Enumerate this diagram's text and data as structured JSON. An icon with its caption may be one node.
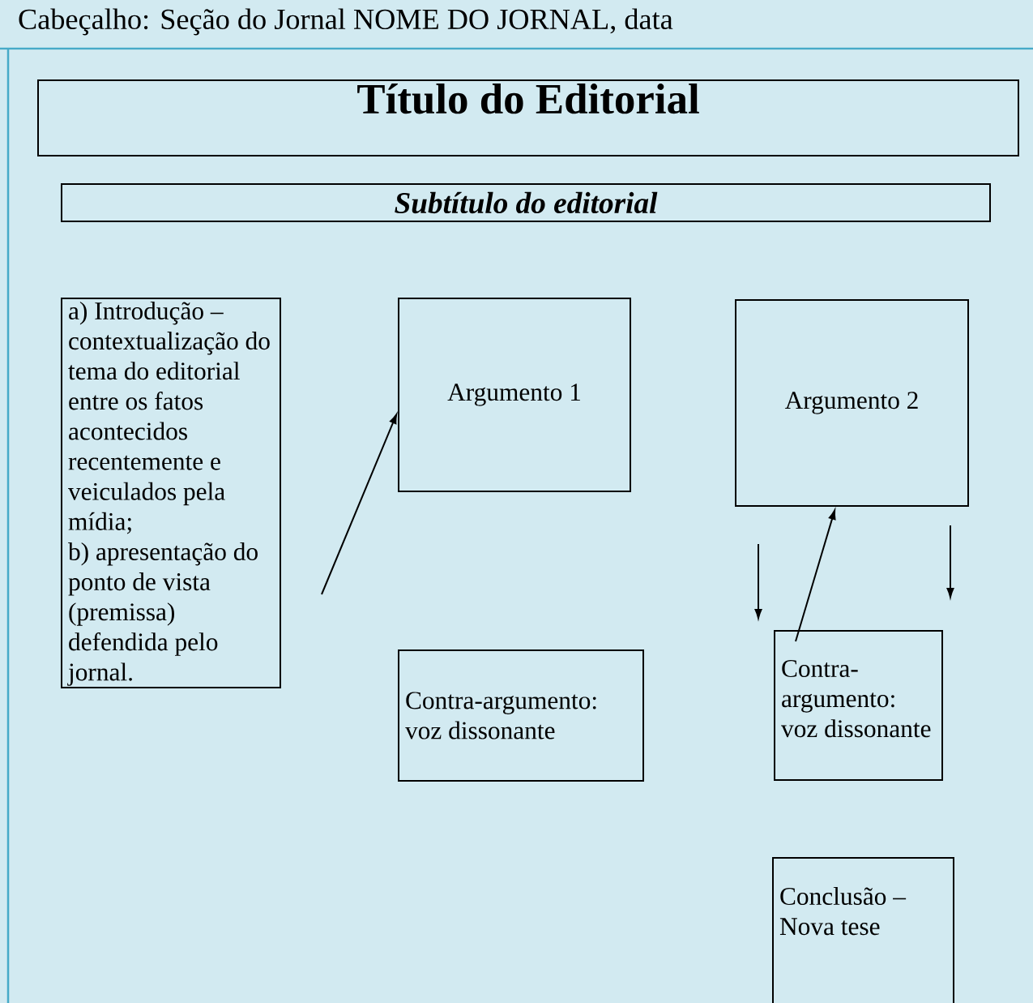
{
  "diagram": {
    "nodes": [
      {
        "text": [
          "Cabeçalho: Seção do Jornal NOME DO JORNAL, data"
        ]
      },
      {
        "text": [
          "Título do Editorial"
        ]
      },
      {
        "text": [
          "Subtítulo do editorial"
        ]
      },
      {
        "text": [
          "a) Introdução – contextualização do tema do editorial entre os fatos acontecidos recentemente e veiculados pela mídia;",
          "b) apresentação do ponto de vista (premissa) defendida pelo jornal."
        ]
      },
      {
        "text": [
          "Argumento 1"
        ]
      },
      {
        "text": [
          "Argumento 2"
        ]
      },
      {
        "text": [
          "Contra-argumento: voz dissonante"
        ]
      },
      {
        "text": [
          "Contra-argumento: voz dissonante"
        ]
      },
      {
        "text": [
          "Conclusão – Nova tese"
        ]
      }
    ],
    "edges": [
      {
        "from": 3,
        "to": 4,
        "arrow": "to"
      },
      {
        "from": 5,
        "to": 7,
        "arrow": "to"
      },
      {
        "from": 5,
        "to": 7,
        "arrow": "to"
      },
      {
        "from": 7,
        "to": 5,
        "arrow": "to"
      }
    ]
  }
}
